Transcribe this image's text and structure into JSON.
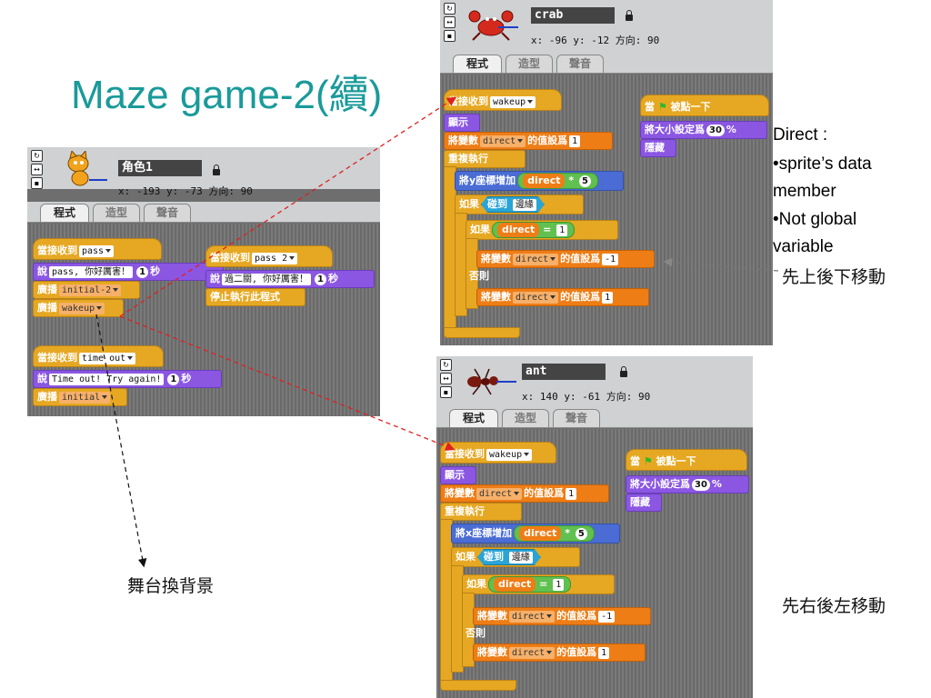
{
  "slide": {
    "title": "Maze game-2(續)"
  },
  "sprite1": {
    "name": "角色1",
    "coords": "x: -193 y: -73  方向: 90",
    "tabs": [
      "程式",
      "造型",
      "聲音"
    ],
    "script1": {
      "hat": "當接收到",
      "msg": "pass",
      "say": "說",
      "say_text": "pass, 你好厲害！",
      "say_secs": "1",
      "sec_unit": "秒",
      "broadcast": "廣播",
      "bc1": "initial-2",
      "bc2": "wakeup"
    },
    "script2": {
      "hat": "當接收到",
      "msg": "pass 2",
      "say": "說",
      "say_text": "過二關, 你好厲害！",
      "say_secs": "1",
      "sec_unit": "秒",
      "stop": "停止執行此程式"
    },
    "script3": {
      "hat": "當接收到",
      "msg": "time out",
      "say": "說",
      "say_text": "Time out! Try again!",
      "say_secs": "1",
      "sec_unit": "秒",
      "broadcast": "廣播",
      "bc": "initial"
    }
  },
  "crab": {
    "name": "crab",
    "coords": "x: -96   y: -12   方向: 90",
    "tabs": [
      "程式",
      "造型",
      "聲音"
    ],
    "main": {
      "hat": "當接收到",
      "msg": "wakeup",
      "show": "顯示",
      "setvar": "將變數",
      "var": "direct",
      "setto": "的值設爲",
      "init": "1",
      "forever": "重複執行",
      "change": "將y座標增加",
      "mul": "*",
      "five": "5",
      "if": "如果",
      "touch": "碰到",
      "edge": "邊緣",
      "eq": "=",
      "one": "1",
      "neg": "-1",
      "else": "否則"
    },
    "flag": {
      "when": "當",
      "clicked": "被點一下",
      "size": "將大小設定爲",
      "size_val": "30",
      "pct": "%",
      "hide": "隱藏"
    }
  },
  "ant": {
    "name": "ant",
    "coords": "x: 140   y: -61   方向: 90",
    "tabs": [
      "程式",
      "造型",
      "聲音"
    ],
    "main": {
      "hat": "當接收到",
      "msg": "wakeup",
      "show": "顯示",
      "setvar": "將變數",
      "var": "direct",
      "setto": "的值設爲",
      "init": "1",
      "forever": "重複執行",
      "change": "將x座標增加",
      "mul": "*",
      "five": "5",
      "if": "如果",
      "touch": "碰到",
      "edge": "邊緣",
      "eq": "=",
      "one": "1",
      "neg": "-1",
      "else": "否則"
    },
    "flag": {
      "when": "當",
      "clicked": "被點一下",
      "size": "將大小設定爲",
      "size_val": "30",
      "pct": "%",
      "hide": "隱藏"
    }
  },
  "notes": {
    "direct_title": "Direct :",
    "bullet1a": "•sprite’s data",
    "bullet1b": "member",
    "bullet2a": "•Not global",
    "bullet2b": "variable",
    "updown": "先上後下移動",
    "leftright": "先右後左移動",
    "stage": "舞台換背景"
  },
  "colors": {
    "title": "#1a9a9a",
    "arrow": "#e02020",
    "control": "#e6a822",
    "looks": "#8a56e2",
    "variables": "#ee7d16",
    "motion": "#4a6cd4"
  }
}
